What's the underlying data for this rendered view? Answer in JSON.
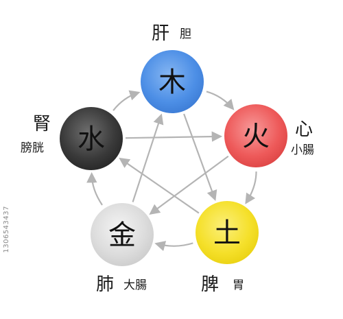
{
  "elements": {
    "wood": {
      "glyph": "木",
      "color": "#4d8fe6",
      "organ_major": "肝",
      "organ_minor": "胆"
    },
    "fire": {
      "glyph": "火",
      "color": "#ee5a5a",
      "organ_major": "心",
      "organ_minor": "小腸"
    },
    "earth": {
      "glyph": "土",
      "color": "#f5e02a",
      "organ_major": "脾",
      "organ_minor": "胃"
    },
    "metal": {
      "glyph": "金",
      "color": "#dcdcdc",
      "organ_major": "肺",
      "organ_minor": "大腸"
    },
    "water": {
      "glyph": "水",
      "color": "#3a3a3a",
      "organ_major": "腎",
      "organ_minor": "膀胱"
    }
  },
  "generating_cycle": [
    [
      "wood",
      "fire"
    ],
    [
      "fire",
      "earth"
    ],
    [
      "earth",
      "metal"
    ],
    [
      "metal",
      "water"
    ],
    [
      "water",
      "wood"
    ]
  ],
  "controlling_cycle": [
    [
      "wood",
      "earth"
    ],
    [
      "earth",
      "water"
    ],
    [
      "water",
      "fire"
    ],
    [
      "fire",
      "metal"
    ],
    [
      "metal",
      "wood"
    ]
  ],
  "colors": {
    "arrow": "#b4b4b4",
    "glyph": "#111111"
  },
  "stock_id": "1306543437"
}
